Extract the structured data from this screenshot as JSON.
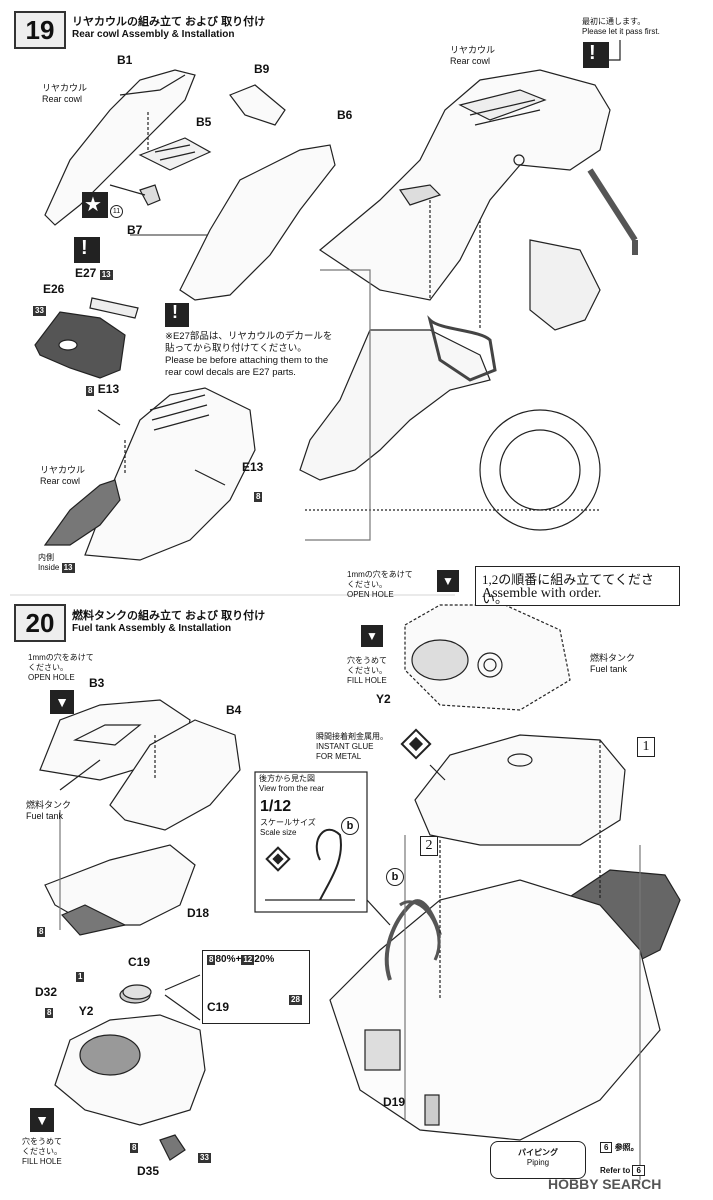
{
  "step19": {
    "number": "19",
    "title_jp": "リヤカウルの組み立て および 取り付け",
    "title_en": "Rear cowl Assembly & Installation",
    "rear_cowl_jp": "リヤカウル",
    "rear_cowl_en": "Rear cowl",
    "rear_cowl_jp_2": "リヤカウル",
    "rear_cowl_en_2": "Rear cowl",
    "rear_cowl_jp_3": "リヤカウル",
    "rear_cowl_en_3": "Rear cowl",
    "parts": {
      "b1": "B1",
      "b9": "B9",
      "b5": "B5",
      "b6": "B6",
      "b7": "B7",
      "e27": "E27",
      "e26": "E26",
      "e13a": "E13",
      "e13b": "E13"
    },
    "paint": {
      "p11": "11",
      "p13a": "13",
      "p33": "33",
      "p8a": "8",
      "p8b": "8",
      "p13b": "13"
    },
    "pass_first_jp": "最初に通します。",
    "pass_first_en": "Please let it pass first.",
    "decal_note_jp_1": "※E27部品は、リヤカウルのデカールを",
    "decal_note_jp_2": "貼ってから取り付けてください。",
    "decal_note_en_1": "Please be before attaching them to the",
    "decal_note_en_2": "rear cowl decals are E27 parts.",
    "inside_jp": "内側",
    "inside_en": "Inside"
  },
  "step20": {
    "number": "20",
    "title_jp": "燃料タンクの組み立て および 取り付け",
    "title_en": "Fuel tank Assembly & Installation",
    "open_hole_jp_1": "1mmの穴をあけて",
    "open_hole_jp_2": "ください。",
    "open_hole_en": "OPEN HOLE",
    "open_hole2_jp_1": "1mmの穴をあけて",
    "open_hole2_jp_2": "ください。",
    "open_hole2_en": "OPEN HOLE",
    "fill_hole_jp_1": "穴をうめて",
    "fill_hole_jp_2": "ください。",
    "fill_hole_en": "FILL HOLE",
    "fill_hole2_jp_1": "穴をうめて",
    "fill_hole2_jp_2": "ください。",
    "fill_hole2_en": "FILL HOLE",
    "order_jp": "1,2の順番に組み立ててください。",
    "order_en": "Assemble with order.",
    "fuel_tank_jp": "燃料タンク",
    "fuel_tank_en": "Fuel tank",
    "fuel_tank_jp_2": "燃料タンク",
    "fuel_tank_en_2": "Fuel tank",
    "glue_jp": "瞬間接着剤金属用。",
    "glue_en_1": "INSTANT GLUE",
    "glue_en_2": "FOR METAL",
    "rear_view_jp": "後方から見た図",
    "rear_view_en": "View from the rear",
    "scale": "1/12",
    "scale_jp": "スケールサイズ",
    "scale_en": "Scale size",
    "parts": {
      "b3": "B3",
      "b4": "B4",
      "d18": "D18",
      "c19a": "C19",
      "c19b": "C19",
      "d32": "D32",
      "y2a": "Y2",
      "y2b": "Y2",
      "d35": "D35",
      "d19": "D19"
    },
    "paint": {
      "p8a": "8",
      "p1": "1",
      "p8b": "8",
      "p8c": "8",
      "p33": "33",
      "p28": "28"
    },
    "mix": {
      "c1": "8",
      "pct1": "80%",
      "plus": "+",
      "c2": "12",
      "pct2": "20%"
    },
    "order_1": "1",
    "order_2": "2",
    "callout_b": "b",
    "callout_b2": "b",
    "piping_jp": "パイピング",
    "piping_en": "Piping",
    "ref_num": "6",
    "ref_jp": "参照。",
    "refer_to_en": "Refer to",
    "ref_num_2": "6"
  },
  "watermark": "HOBBY SEARCH"
}
